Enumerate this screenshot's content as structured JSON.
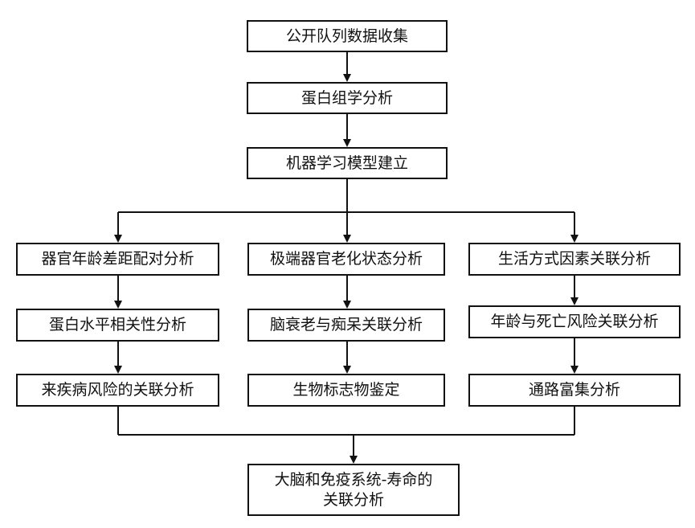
{
  "nodes": {
    "collect": "公开队列数据收集",
    "proteomics": "蛋白组学分析",
    "ml": "机器学习模型建立",
    "a1": "器官年龄差距配对分析",
    "a2": "蛋白水平相关性分析",
    "a3": "来疾病风险的关联分析",
    "b1": "极端器官老化状态分析",
    "b2": "脑衰老与痴呆关联分析",
    "b3": "生物标志物鉴定",
    "c1": "生活方式因素关联分析",
    "c2": "年龄与死亡风险关联分析",
    "c3": "通路富集分析",
    "final_line1": "大脑和免疫系统-寿命的",
    "final_line2": "关联分析"
  },
  "colors": {
    "line": "#111111",
    "box_border": "#111111",
    "background": "#ffffff"
  }
}
